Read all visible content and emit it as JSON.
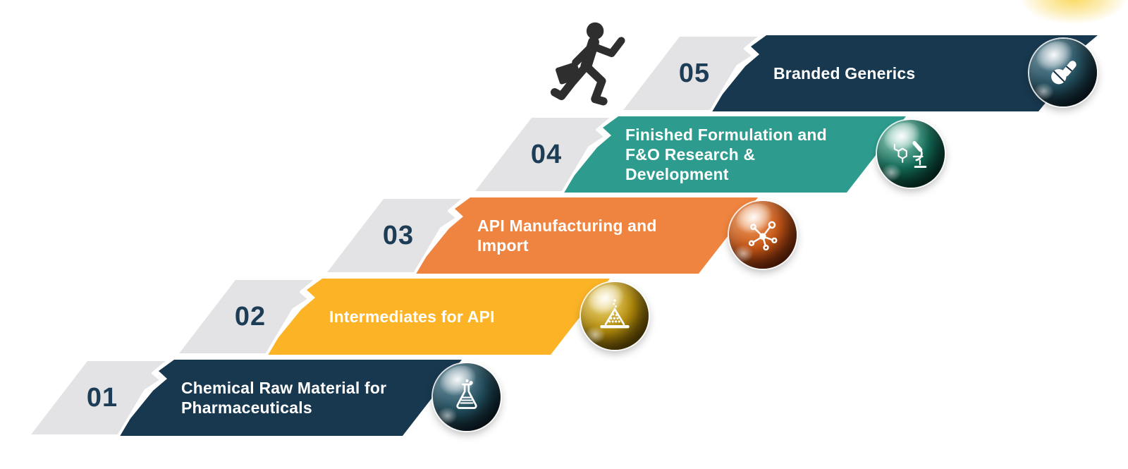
{
  "diagram": {
    "type": "staircase-process-infographic",
    "colors": {
      "background": "#ffffff",
      "step_plate_gray": "#e3e3e5",
      "number_color": "#1d3c55",
      "label_color": "#ffffff",
      "person": "#2e2e2e",
      "sun_glow": "#fad85a"
    },
    "person_icon": "businessman-running-icon",
    "steps": [
      {
        "number": "01",
        "label": "Chemical Raw Material for Pharmaceuticals",
        "label_lines": [
          "Chemical Raw Material for",
          "Pharmaceuticals"
        ],
        "bar_color": "#18384f",
        "icon": "flask-icon",
        "sphere_colors": {
          "highlight": "#6f93a4",
          "mid": "#23505f",
          "dark": "#060f18"
        }
      },
      {
        "number": "02",
        "label": "Intermediates for API",
        "label_lines": [
          "Intermediates for API"
        ],
        "bar_color": "#fcb426",
        "icon": "sand-filter-icon",
        "sphere_colors": {
          "highlight": "#f0dd8a",
          "mid": "#bb920c",
          "dark": "#5d4503"
        }
      },
      {
        "number": "03",
        "label": "API Manufacturing and Import",
        "label_lines": [
          "API Manufacturing and",
          "Import"
        ],
        "bar_color": "#ef8440",
        "icon": "molecule-icon",
        "sphere_colors": {
          "highlight": "#f3a368",
          "mid": "#c85716",
          "dark": "#641d06"
        }
      },
      {
        "number": "04",
        "label": "Finished Formulation and F&O Research & Development",
        "label_lines": [
          "Finished Formulation and",
          "F&O Research &",
          "Development"
        ],
        "bar_color": "#2d9c8e",
        "icon": "microscope-icon",
        "sphere_colors": {
          "highlight": "#9bd6c5",
          "mid": "#14705b",
          "dark": "#03281f"
        }
      },
      {
        "number": "05",
        "label": "Branded Generics",
        "label_lines": [
          "Branded Generics"
        ],
        "bar_color": "#18384f",
        "icon": "pills-icon",
        "sphere_colors": {
          "highlight": "#6f93a4",
          "mid": "#23505f",
          "dark": "#060f18"
        }
      }
    ]
  }
}
